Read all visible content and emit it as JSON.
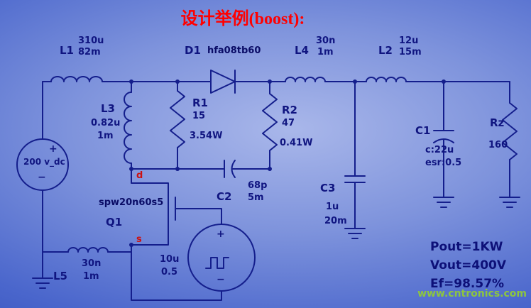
{
  "title": "设计举例(boost):",
  "components": {
    "L1": {
      "label": "L1",
      "v1": "310u",
      "v2": "82m"
    },
    "L2": {
      "label": "L2",
      "v1": "12u",
      "v2": "15m"
    },
    "L3": {
      "label": "L3",
      "v1": "0.82u",
      "v2": "1m"
    },
    "L4": {
      "label": "L4",
      "v1": "30n",
      "v2": "1m"
    },
    "L5": {
      "label": "L5",
      "v1": "30n",
      "v2": "1m"
    },
    "D1": {
      "label": "D1",
      "part": "hfa08tb60"
    },
    "R1": {
      "label": "R1",
      "v1": "15",
      "v2": "3.54W"
    },
    "R2": {
      "label": "R2",
      "v1": "47",
      "v2": "0.41W"
    },
    "Rz": {
      "label": "Rz",
      "v1": "160"
    },
    "C1": {
      "label": "C1",
      "v1": "c:22u",
      "v2": "esr:0.5"
    },
    "C2": {
      "label": "C2",
      "v1": "68p",
      "v2": "5m"
    },
    "C3": {
      "label": "C3",
      "v1": "1u",
      "v2": "20m"
    },
    "Q1": {
      "label": "Q1",
      "part": "spw20n60s5",
      "pin_drain": "d",
      "pin_source": "s"
    },
    "vsource": {
      "value": "200 v_dc",
      "plus": "+",
      "minus": "−"
    },
    "pulse": {
      "v1": "10u",
      "v2": "0.5",
      "plus": "+",
      "minus": "−"
    }
  },
  "results": {
    "pout": "Pout=1KW",
    "vout": "Vout=400V",
    "eff": "Ef=98.57%"
  },
  "watermark": "www.cntronics.com",
  "colors": {
    "wire": "#141e8c",
    "label": "#101580",
    "title": "#ff0000",
    "pin": "#cc1111",
    "watermark": "#8dc63f"
  }
}
